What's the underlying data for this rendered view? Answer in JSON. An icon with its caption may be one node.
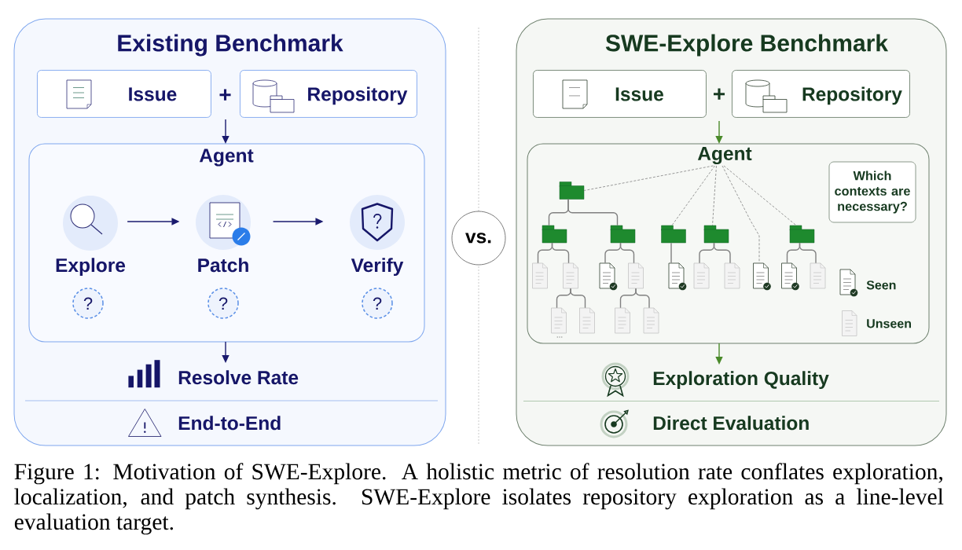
{
  "diagram": {
    "caption": "Figure 1: Motivation of SWE-Explore. A holistic metric of resolution rate conflates exploration, localization, and patch synthesis. SWE-Explore isolates repository exploration as a line-level evaluation target.",
    "nodes": [
      {
        "text": [
          "Existing Benchmark"
        ]
      },
      {
        "text": [
          "Issue"
        ],
        "in": 0
      },
      {
        "text": [
          "Repository"
        ],
        "in": 0
      },
      {
        "text": [
          "Agent"
        ],
        "in": 0
      },
      {
        "text": [
          "Explore"
        ],
        "in": 3
      },
      {
        "text": [
          "Patch"
        ],
        "in": 3
      },
      {
        "text": [
          "Verify"
        ],
        "in": 3
      },
      {
        "text": [
          "?"
        ],
        "in": 3
      },
      {
        "text": [
          "?"
        ],
        "in": 3
      },
      {
        "text": [
          "?"
        ],
        "in": 3
      },
      {
        "text": [
          "Resolve Rate"
        ],
        "in": 0
      },
      {
        "text": [
          "vs."
        ]
      },
      {
        "text": [
          "SWE-Explore Benchmark"
        ]
      },
      {
        "text": [
          "Issue"
        ],
        "in": 12
      },
      {
        "text": [
          "Repository"
        ],
        "in": 12
      },
      {
        "text": [
          "Agent"
        ],
        "in": 12
      },
      {
        "text": [
          "Which contexts are necessary?"
        ],
        "in": 15
      },
      {
        "text": [],
        "shape": "folder",
        "in": 15
      },
      {
        "text": [],
        "shape": "folder",
        "in": 15
      },
      {
        "text": [],
        "shape": "folder",
        "in": 15
      },
      {
        "text": [],
        "shape": "folder",
        "in": 15
      },
      {
        "text": [],
        "shape": "folder",
        "in": 15
      },
      {
        "text": [],
        "shape": "folder",
        "in": 15
      },
      {
        "text": [],
        "shape": "document",
        "in": 15
      },
      {
        "text": [],
        "shape": "document",
        "in": 15
      },
      {
        "text": [],
        "shape": "document",
        "in": 15
      },
      {
        "text": [],
        "shape": "document",
        "in": 15
      },
      {
        "text": [],
        "shape": "document",
        "in": 15
      },
      {
        "text": [],
        "shape": "document",
        "in": 15
      },
      {
        "text": [],
        "shape": "document",
        "in": 15
      },
      {
        "text": [],
        "shape": "document",
        "in": 15
      },
      {
        "text": [],
        "shape": "document",
        "in": 15
      },
      {
        "text": [],
        "shape": "document",
        "in": 15
      },
      {
        "text": [],
        "shape": "document",
        "in": 15
      },
      {
        "text": [],
        "shape": "document",
        "in": 15
      },
      {
        "text": [],
        "shape": "document",
        "in": 15
      },
      {
        "text": [],
        "shape": "document",
        "in": 15
      },
      {
        "text": [
          "Exploration Quality"
        ],
        "in": 12
      }
    ],
    "edges": [
      {
        "from": null,
        "to": 3,
        "arrow": "to",
        "color": "#1a1a6e"
      },
      {
        "from": 4,
        "to": 5,
        "arrow": "to",
        "color": "#1a1a6e"
      },
      {
        "from": 5,
        "to": 6,
        "arrow": "to",
        "color": "#1a1a6e"
      },
      {
        "from": 3,
        "to": 10,
        "arrow": "to",
        "color": "#1a1a6e"
      },
      {
        "from": null,
        "to": 15,
        "arrow": "to",
        "color": "#4a8a2a"
      },
      {
        "from": 15,
        "to": 37,
        "arrow": "to",
        "color": "#4a8a2a"
      },
      {
        "from": 15,
        "to": 17,
        "arrow": "none",
        "style": "dashed"
      },
      {
        "from": 15,
        "to": 20,
        "arrow": "none",
        "style": "dashed"
      },
      {
        "from": 15,
        "to": 21,
        "arrow": "none",
        "style": "dashed"
      },
      {
        "from": 15,
        "to": 30,
        "arrow": "none",
        "style": "dashed"
      },
      {
        "from": 15,
        "to": 22,
        "arrow": "none",
        "style": "dashed"
      },
      {
        "from": 17,
        "to": 18,
        "arrow": "none"
      },
      {
        "from": 17,
        "to": 19,
        "arrow": "none"
      },
      {
        "from": 18,
        "to": 23,
        "arrow": "none"
      },
      {
        "from": 18,
        "to": 24,
        "arrow": "none"
      },
      {
        "from": 24,
        "to": 33,
        "arrow": "none"
      },
      {
        "from": 24,
        "to": 34,
        "arrow": "none"
      },
      {
        "from": 19,
        "to": 25,
        "arrow": "none"
      },
      {
        "from": 19,
        "to": 26,
        "arrow": "none"
      },
      {
        "from": 26,
        "to": 35,
        "arrow": "none"
      },
      {
        "from": 26,
        "to": 36,
        "arrow": "none"
      },
      {
        "from": 20,
        "to": 27,
        "arrow": "none"
      },
      {
        "from": 21,
        "to": 28,
        "arrow": "none"
      },
      {
        "from": 21,
        "to": 29,
        "arrow": "none"
      },
      {
        "from": 22,
        "to": 31,
        "arrow": "none"
      },
      {
        "from": 22,
        "to": 32,
        "arrow": "none"
      }
    ],
    "labels": [
      "+",
      "End-to-End",
      "+",
      "...",
      "Direct Evaluation"
    ],
    "legend": [
      {
        "text": "Seen"
      },
      {
        "text": "Unseen"
      }
    ]
  }
}
